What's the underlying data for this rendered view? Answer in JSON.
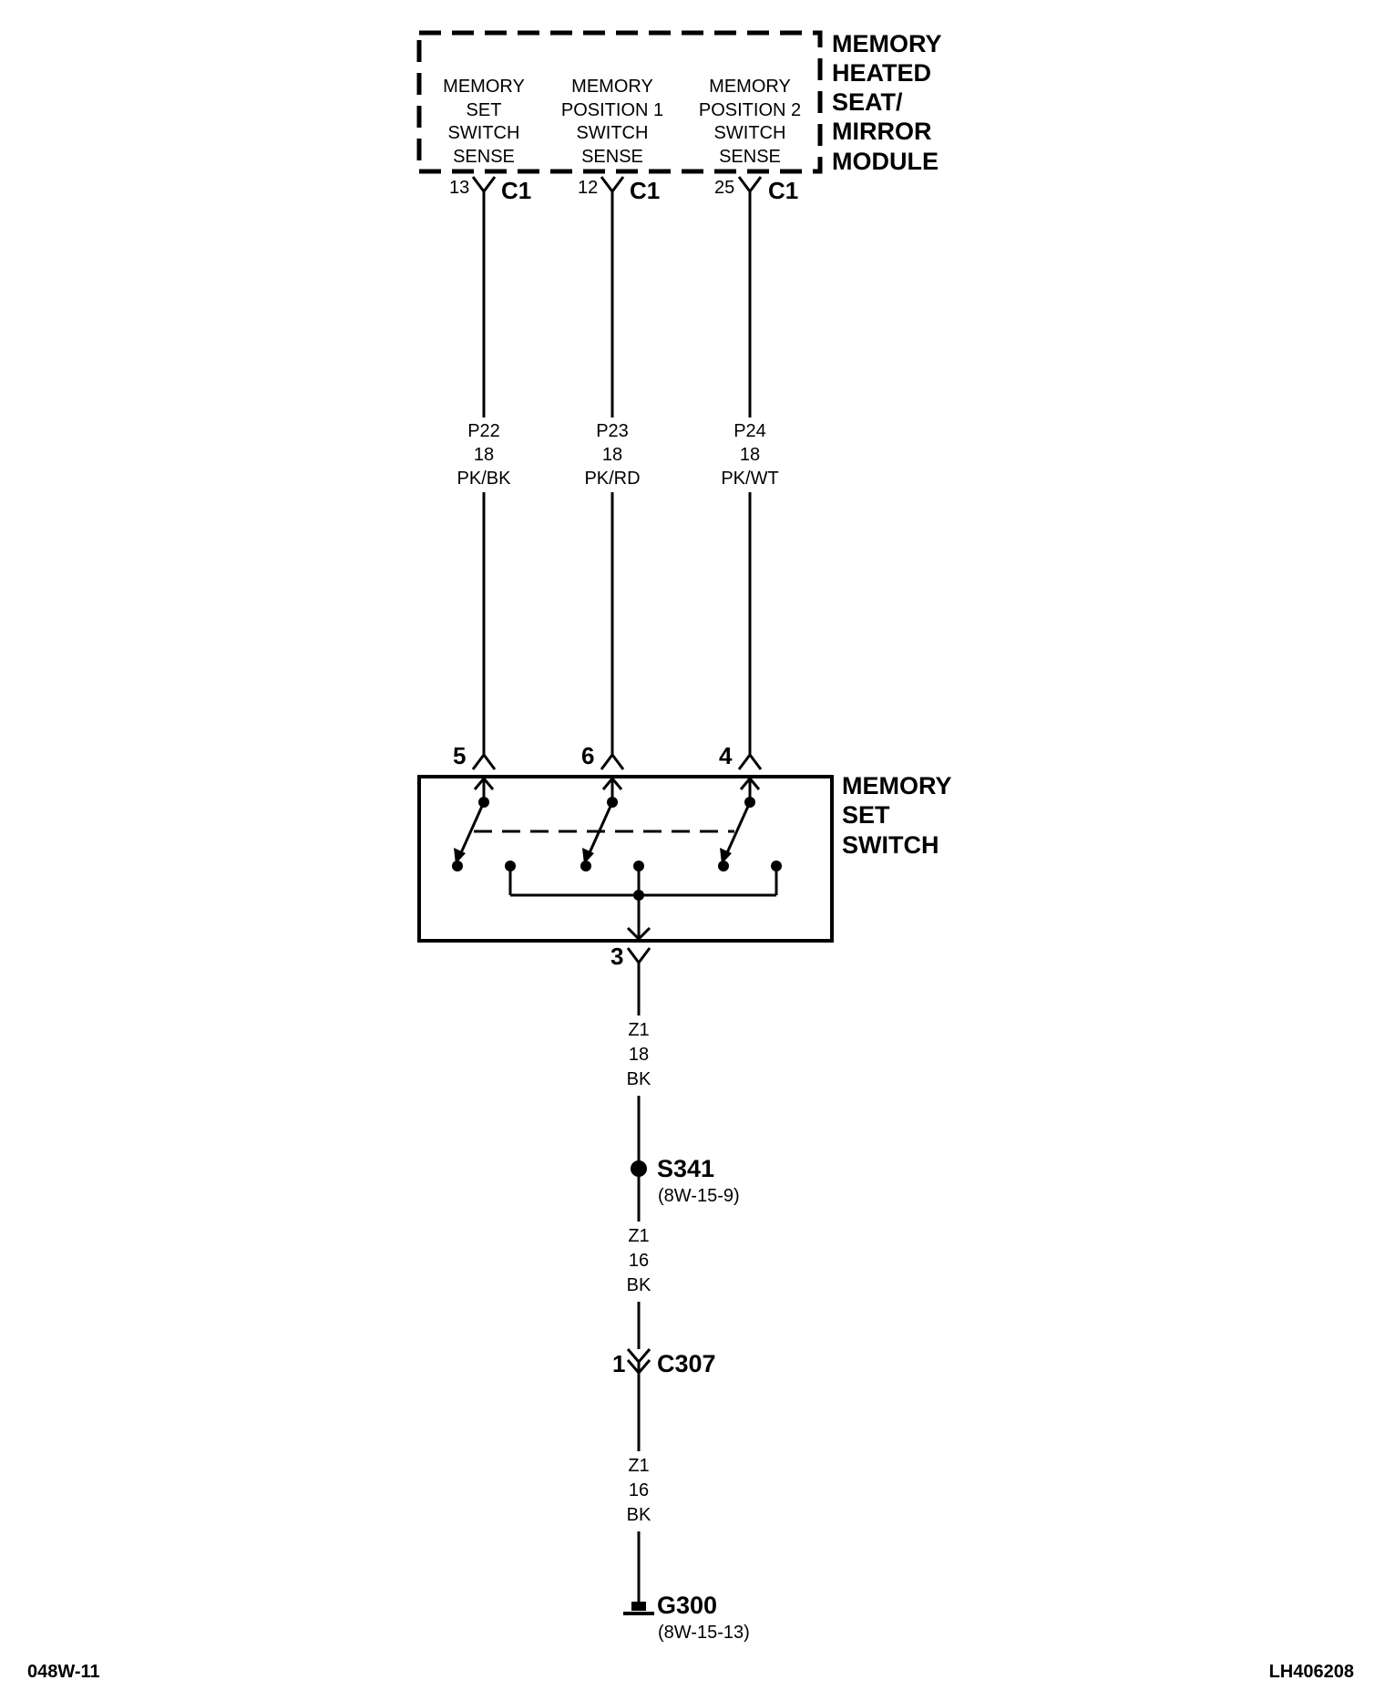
{
  "module": {
    "name_lines": [
      "MEMORY",
      "HEATED",
      "SEAT/",
      "MIRROR",
      "MODULE"
    ],
    "connector": "C1",
    "pins": [
      {
        "function_lines": [
          "MEMORY",
          "SET",
          "SWITCH",
          "SENSE"
        ],
        "pin": "13"
      },
      {
        "function_lines": [
          "MEMORY",
          "POSITION 1",
          "SWITCH",
          "SENSE"
        ],
        "pin": "12"
      },
      {
        "function_lines": [
          "MEMORY",
          "POSITION 2",
          "SWITCH",
          "SENSE"
        ],
        "pin": "25"
      }
    ]
  },
  "wires": [
    {
      "circuit": "P22",
      "gauge": "18",
      "color": "PK/BK"
    },
    {
      "circuit": "P23",
      "gauge": "18",
      "color": "PK/RD"
    },
    {
      "circuit": "P24",
      "gauge": "18",
      "color": "PK/WT"
    }
  ],
  "switch": {
    "name_lines": [
      "MEMORY",
      "SET",
      "SWITCH"
    ],
    "input_pins": [
      "5",
      "6",
      "4"
    ],
    "ground_pin": "3"
  },
  "ground_path": {
    "wire1": {
      "circuit": "Z1",
      "gauge": "18",
      "color": "BK"
    },
    "splice": {
      "id": "S341",
      "ref": "(8W-15-9)"
    },
    "wire2": {
      "circuit": "Z1",
      "gauge": "16",
      "color": "BK"
    },
    "connector": {
      "pin": "1",
      "id": "C307"
    },
    "wire3": {
      "circuit": "Z1",
      "gauge": "16",
      "color": "BK"
    },
    "ground": {
      "id": "G300",
      "ref": "(8W-15-13)"
    }
  },
  "footer": {
    "left": "048W-11",
    "right": "LH406208"
  }
}
